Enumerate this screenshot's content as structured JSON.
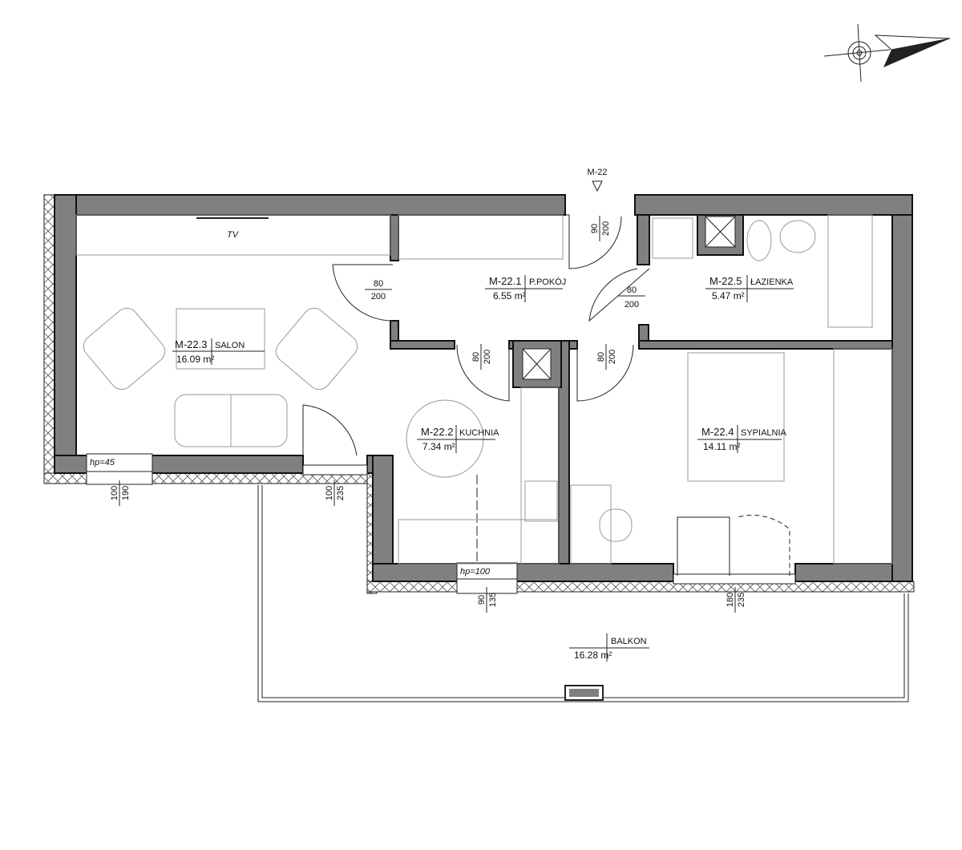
{
  "plan": {
    "entrance_marker": "M-22",
    "tv_label": "TV",
    "rooms": [
      {
        "id": "M-22.1",
        "name": "P.POKÓJ",
        "area": "6.55 m²"
      },
      {
        "id": "M-22.2",
        "name": "KUCHNIA",
        "area": "7.34 m²"
      },
      {
        "id": "M-22.3",
        "name": "SALON",
        "area": "16.09 m²"
      },
      {
        "id": "M-22.4",
        "name": "SYPIALNIA",
        "area": "14.11 m²"
      },
      {
        "id": "M-22.5",
        "name": "ŁAZIENKA",
        "area": "5.47 m²"
      }
    ],
    "balcony": {
      "name": "BALKON",
      "area": "16.28 m²"
    },
    "doors": [
      {
        "width": "90",
        "height": "200"
      },
      {
        "width": "80",
        "height": "200"
      },
      {
        "width": "80",
        "height": "200"
      },
      {
        "width": "80",
        "height": "200"
      },
      {
        "width": "80",
        "height": "200"
      }
    ],
    "windows": [
      {
        "width": "100",
        "height": "190",
        "sill": "hp=45"
      },
      {
        "width": "100",
        "height": "235"
      },
      {
        "width": "90",
        "height": "135",
        "sill": "hp=100"
      },
      {
        "width": "180",
        "height": "235"
      }
    ]
  }
}
